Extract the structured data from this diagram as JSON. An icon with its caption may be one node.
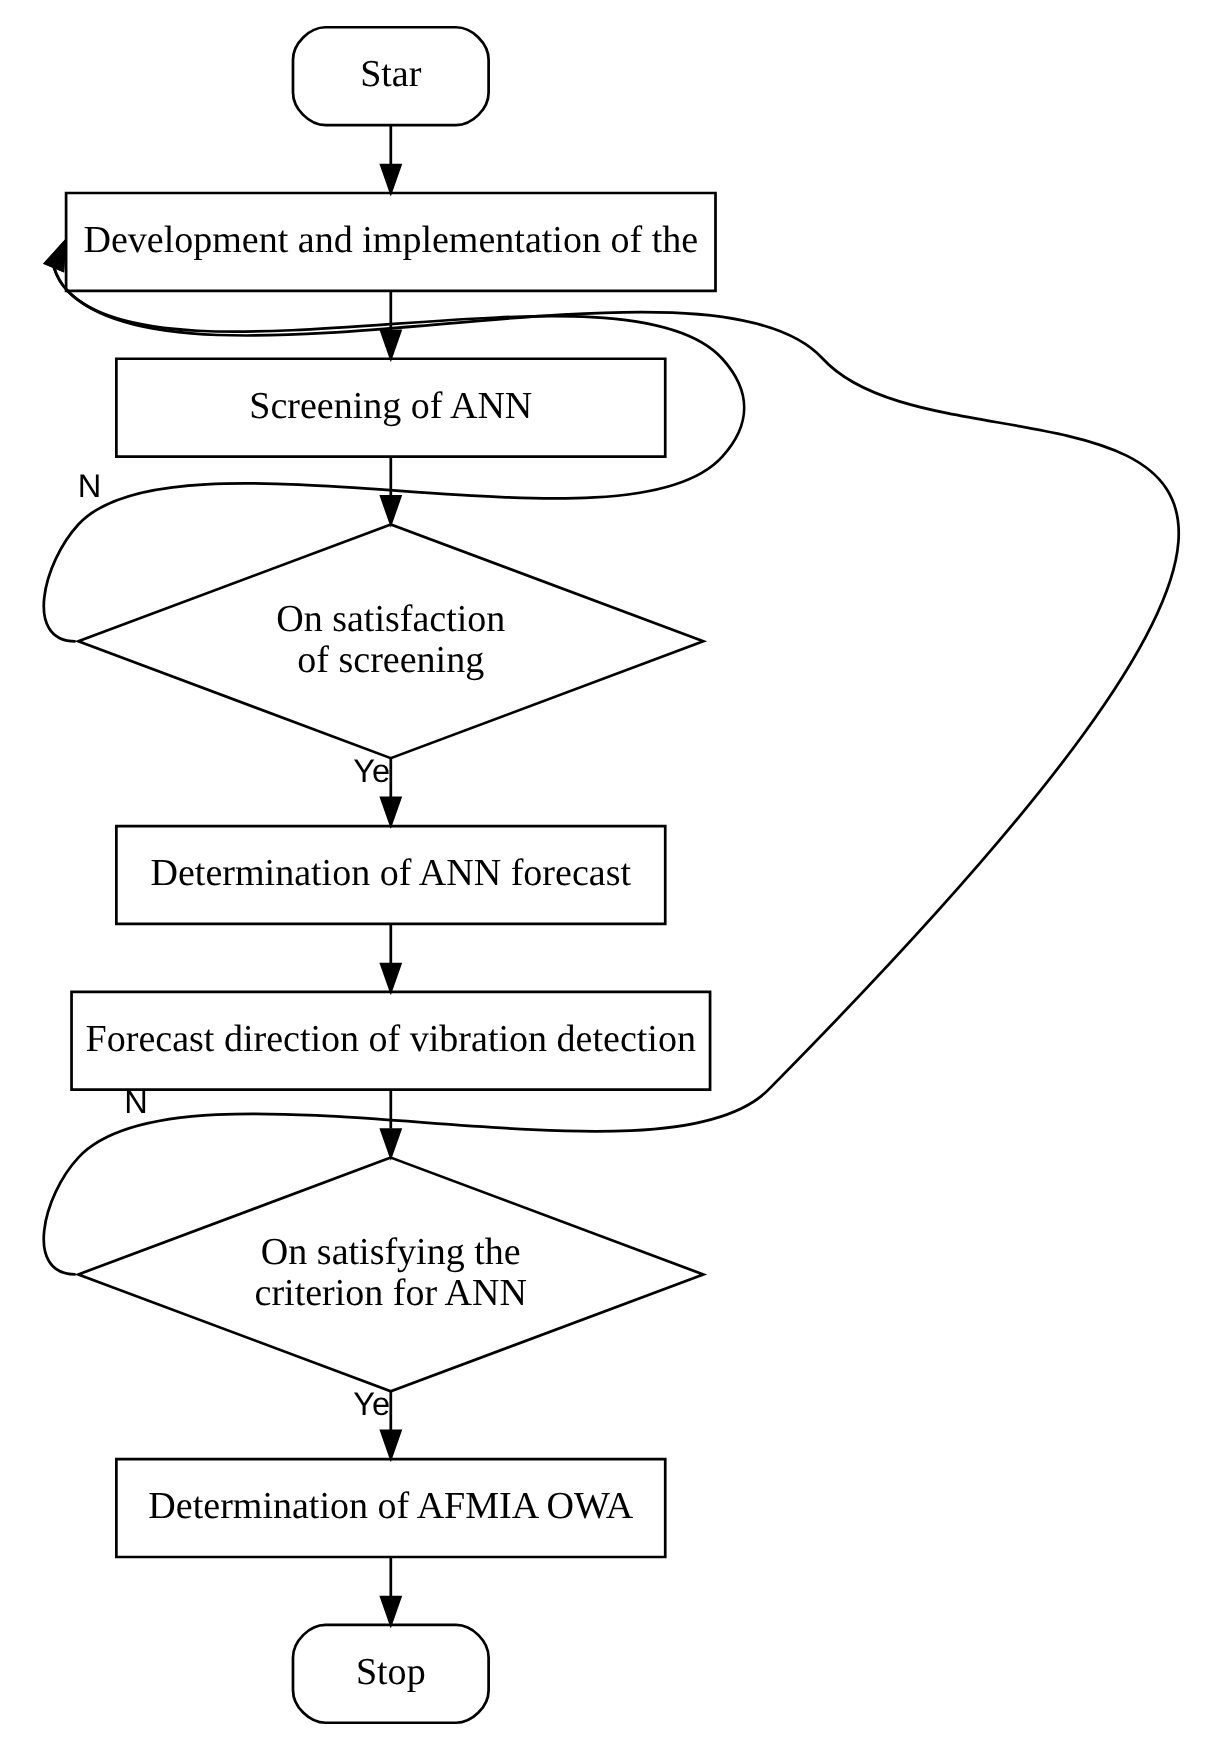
{
  "diagram": {
    "nodes": [
      {
        "text": [
          "Star"
        ]
      },
      {
        "text": [
          "Development and implementation of the"
        ]
      },
      {
        "text": [
          "Screening of ANN"
        ]
      },
      {
        "text": [
          "On satisfaction of screening"
        ]
      },
      {
        "text": [
          "Determination of ANN forecast"
        ]
      },
      {
        "text": [
          "Forecast direction of vibration detection"
        ]
      },
      {
        "text": [
          "On satisfying the criterion for ANN"
        ]
      },
      {
        "text": [
          "Determination of AFMIA OWA"
        ]
      },
      {
        "text": [
          "Stop"
        ]
      }
    ],
    "edges": [
      {
        "from": 0,
        "to": 1,
        "arrow": "to"
      },
      {
        "from": 1,
        "to": 2,
        "arrow": "to"
      },
      {
        "from": 2,
        "to": 3,
        "arrow": "to"
      },
      {
        "from": 3,
        "to": 4,
        "arrow": "to",
        "label": "Ye"
      },
      {
        "from": 4,
        "to": 5,
        "arrow": "to"
      },
      {
        "from": 5,
        "to": 6,
        "arrow": "to"
      },
      {
        "from": 6,
        "to": 7,
        "arrow": "to",
        "label": "Ye"
      },
      {
        "from": 7,
        "to": 8,
        "arrow": "to"
      },
      {
        "from": 3,
        "to": 1,
        "arrow": "to",
        "label": "N"
      },
      {
        "from": 6,
        "to": 1,
        "arrow": "to",
        "label": "N"
      }
    ]
  }
}
